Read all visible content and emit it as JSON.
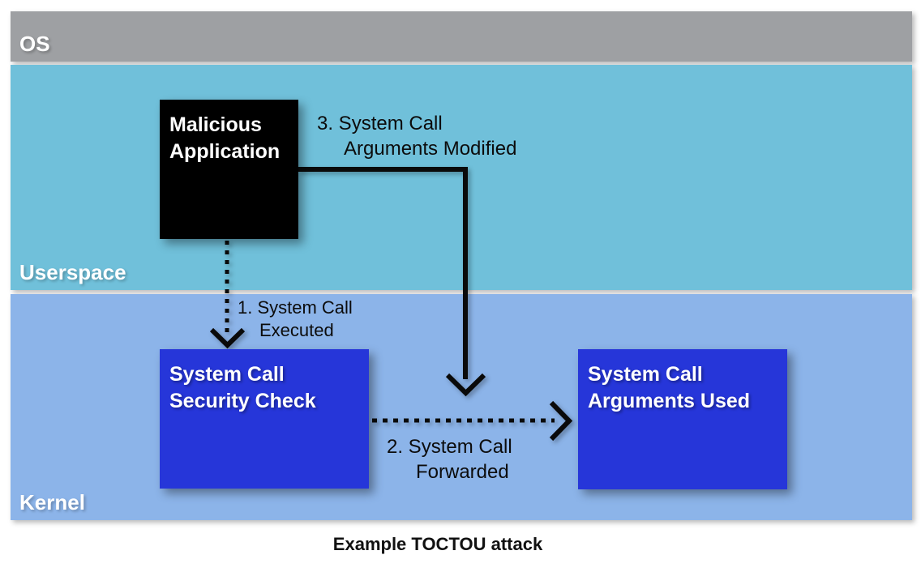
{
  "diagram": {
    "regions": {
      "os": {
        "label": "OS"
      },
      "userspace": {
        "label": "Userspace"
      },
      "kernel": {
        "label": "Kernel"
      }
    },
    "boxes": {
      "malicious_application": {
        "line1": "Malicious",
        "line2": "Application"
      },
      "security_check": {
        "line1": "System Call",
        "line2": "Security Check"
      },
      "arguments_used": {
        "line1": "System Call",
        "line2": "Arguments Used"
      }
    },
    "arrows": {
      "step1": {
        "line1": "1. System Call",
        "line2": "Executed",
        "style": "dotted",
        "direction": "down"
      },
      "step2": {
        "line1": "2. System Call",
        "line2": "Forwarded",
        "style": "dotted",
        "direction": "right"
      },
      "step3": {
        "line1": "3. System Call",
        "line2": "Arguments Modified",
        "style": "solid",
        "direction": "right-then-down"
      }
    },
    "caption": "Example TOCTOU attack",
    "colors": {
      "os_bar": "#9ea0a3",
      "userspace": "#70c0da",
      "kernel": "#8cb4e9",
      "node_blue": "#2636d9",
      "node_black": "#000000",
      "arrow": "#0a0a0a",
      "label_text": "#ffffff",
      "background": "#ffffff"
    }
  }
}
